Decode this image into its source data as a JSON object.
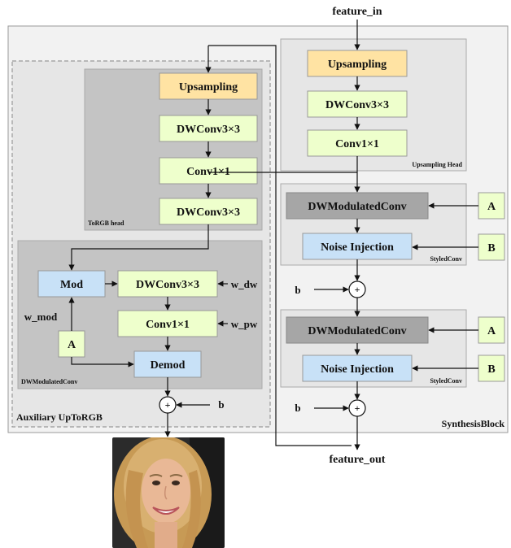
{
  "top_input": "feature_in",
  "bottom_output": "feature_out",
  "regions": {
    "synthesis_block": "SynthesisBlock",
    "auxiliary": "Auxiliary UpToRGB",
    "torgb_head": "ToRGB head",
    "dw_modulated_conv": "DWModulatedConv",
    "upsampling_head": "Upsampling Head",
    "styled_conv_1": "StyledConv",
    "styled_conv_2": "StyledConv"
  },
  "torgb_blocks": [
    "Upsampling",
    "DWConv3×3",
    "Conv1×1",
    "DWConv3×3"
  ],
  "dwmod_blocks": {
    "mod": "Mod",
    "dwconv": "DWConv3×3",
    "conv": "Conv1×1",
    "demod": "Demod",
    "a": "A"
  },
  "dwmod_side_labels": {
    "w_dw": "w_dw",
    "w_pw": "w_pw",
    "w_mod": "w_mod"
  },
  "upsampling_head_blocks": [
    "Upsampling",
    "DWConv3×3",
    "Conv1×1"
  ],
  "styled_conv_blocks": {
    "modconv": "DWModulatedConv",
    "noise": "Noise Injection",
    "a": "A",
    "b": "B"
  },
  "bias_label": "b",
  "plus_symbol": "+",
  "colors": {
    "upsampling": "#ffe3a3",
    "conv": "#eeffcc",
    "mod": "#c8e1f7",
    "modconv": "#a6a6a6",
    "region_light": "#e6e6e6",
    "region_dark": "#c8c8c8",
    "outer": "#f2f2f2"
  }
}
